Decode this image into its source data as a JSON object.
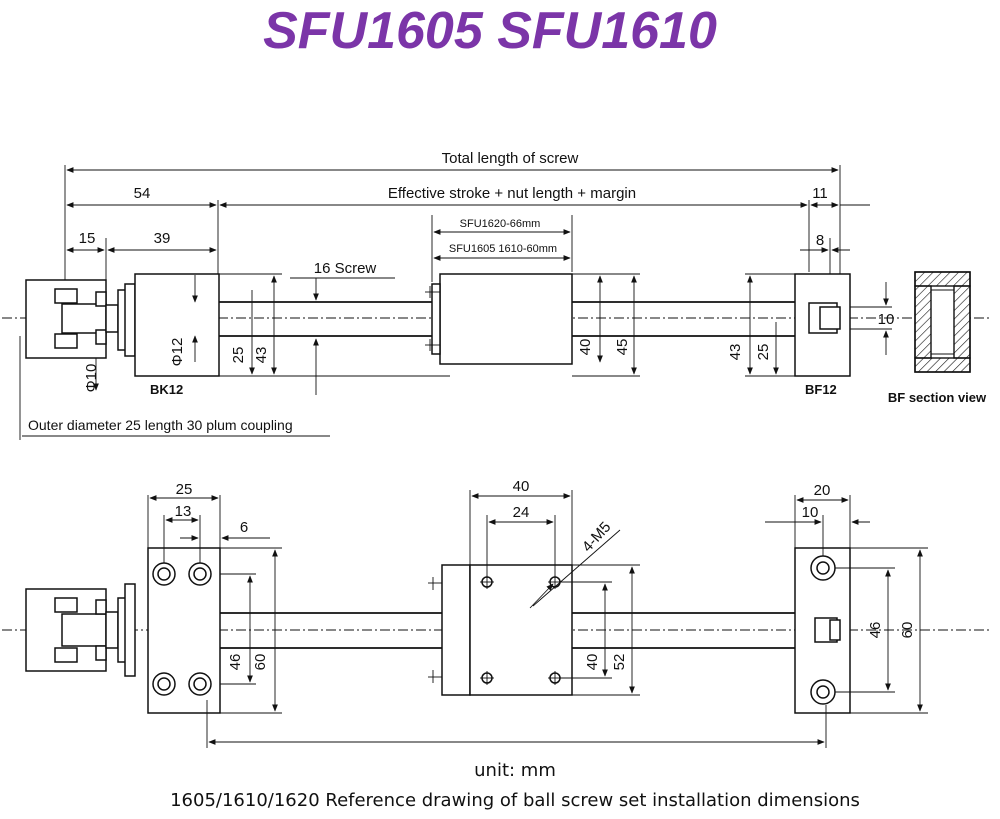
{
  "title": "SFU1605 SFU1610",
  "top_view": {
    "total_length": "Total length of screw",
    "effective": "Effective stroke + nut length + margin",
    "d54": "54",
    "d15": "15",
    "d39": "39",
    "d11": "11",
    "d8": "8",
    "screw_label": "16 Screw",
    "sfu1620": "SFU1620-66mm",
    "sfu1605": "SFU1605 1610-60mm",
    "phi12": "Φ12",
    "phi10": "Φ10",
    "d25a": "25",
    "d43a": "43",
    "d40": "40",
    "d45": "45",
    "d43b": "43",
    "d25b": "25",
    "d10": "10",
    "bk12": "BK12",
    "bf12": "BF12",
    "bf_section": "BF section view",
    "coupling": "Outer diameter 25 length 30 plum coupling"
  },
  "bottom_view": {
    "d25": "25",
    "d13": "13",
    "d6": "6",
    "d46a": "46",
    "d60a": "60",
    "d40a": "40",
    "d24": "24",
    "m5": "4-M5",
    "d40b": "40",
    "d52": "52",
    "d20": "20",
    "d10": "10",
    "d46b": "46",
    "d60b": "60"
  },
  "footer": {
    "unit": "unit:  mm",
    "caption": "1605/1610/1620 Reference drawing of ball screw set installation dimensions"
  }
}
